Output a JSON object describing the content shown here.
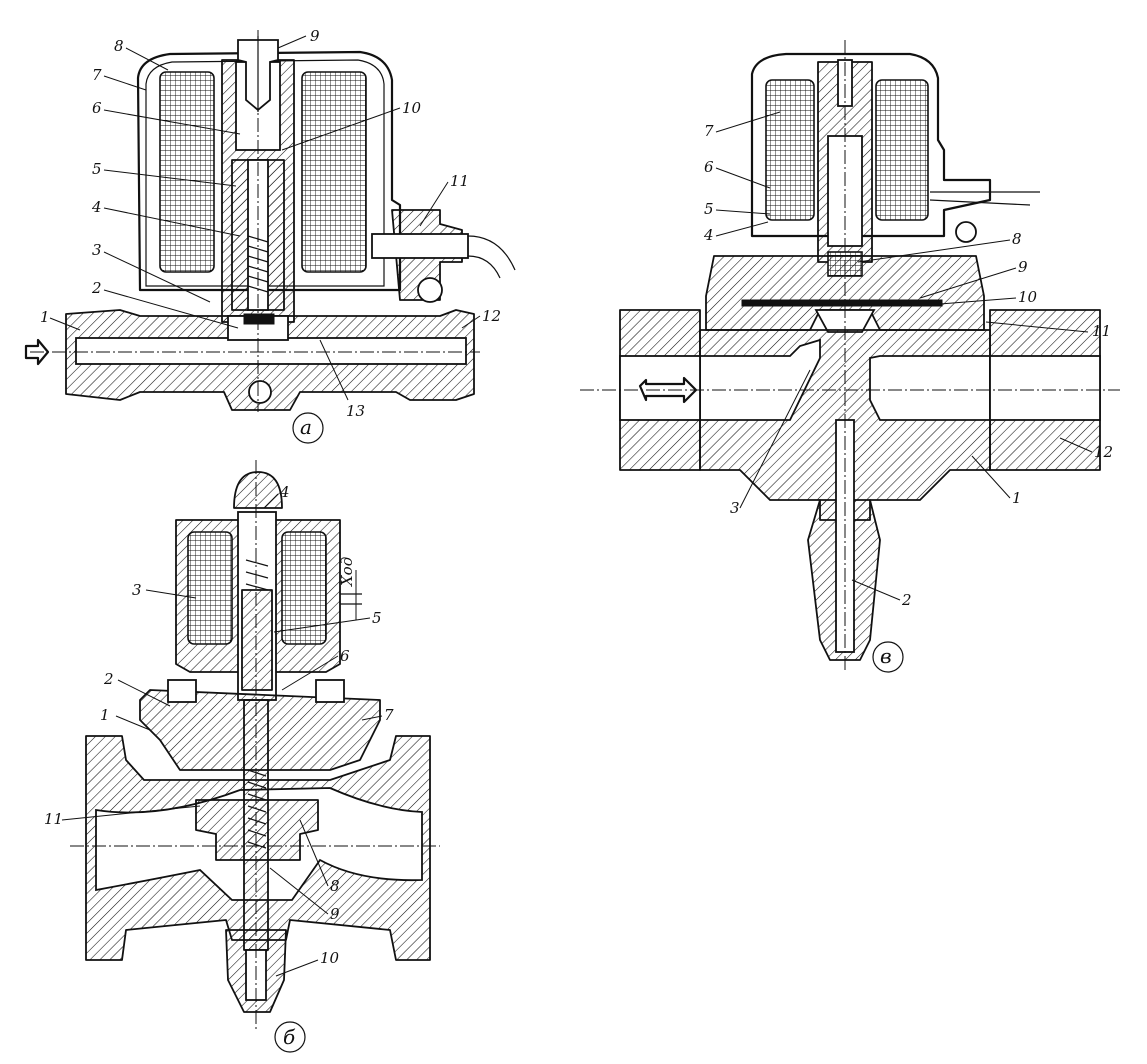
{
  "figures": [
    {
      "id": "a",
      "label": "а",
      "callouts": [
        "1",
        "2",
        "3",
        "4",
        "5",
        "6",
        "7",
        "8",
        "9",
        "10",
        "11",
        "12",
        "13"
      ]
    },
    {
      "id": "b",
      "label": "б",
      "callouts": [
        "1",
        "2",
        "3",
        "4",
        "5",
        "6",
        "7",
        "8",
        "9",
        "10",
        "11"
      ],
      "stroke_label": "Ход"
    },
    {
      "id": "v",
      "label": "в",
      "callouts": [
        "1",
        "2",
        "3",
        "4",
        "5",
        "6",
        "7",
        "8",
        "9",
        "10",
        "11",
        "12"
      ]
    }
  ]
}
